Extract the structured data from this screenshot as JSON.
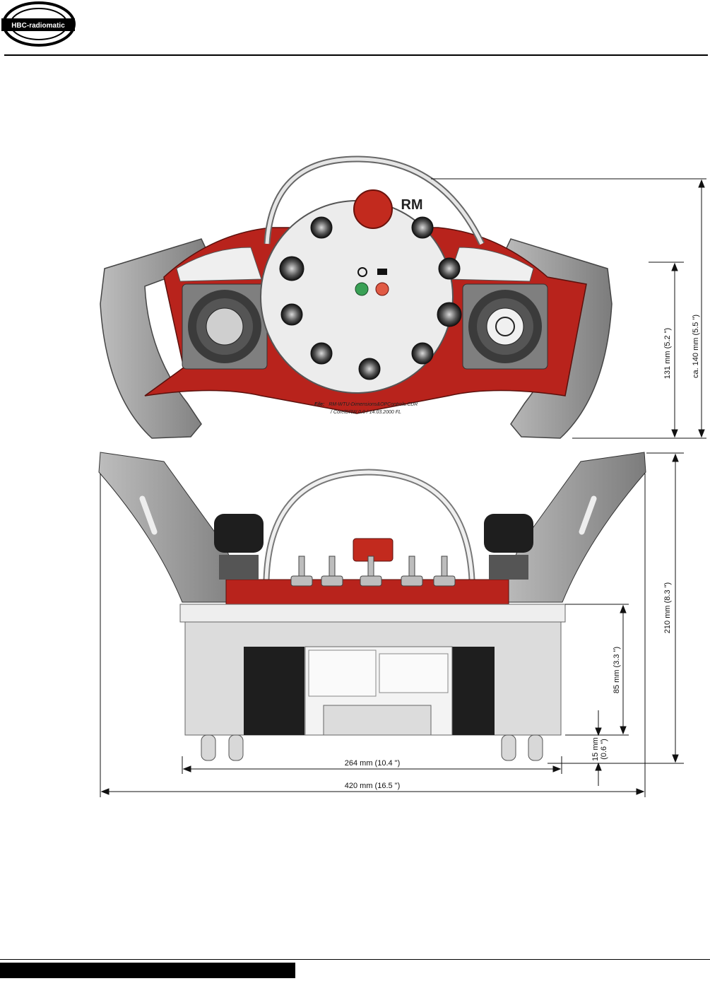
{
  "header": {
    "logo_text": "HBC-radiomatic"
  },
  "drawing": {
    "file_label": "File:",
    "file_name": "RM-WTU-Dimensions&OPControls.CDR",
    "file_info": "/ CorelDRW 0.0 / 14.03.2000 FL",
    "top_view_badge": "RM",
    "dimensions": {
      "overall_height_top": "ca. 140 mm (5.5 \")",
      "body_height_top": "131 mm (5.2 \")",
      "overall_height_front": "210 mm (8.3 \")",
      "housing_height": "85 mm (3.3 \")",
      "feet_height_mm": "15 mm",
      "feet_height_in": "(0.6 \")",
      "housing_width": "264 mm (10.4 \")",
      "overall_width": "420 mm (16.5 \")"
    }
  },
  "colors": {
    "body_red": "#b8231c",
    "handle_grey": "#9a9a9a",
    "panel_white": "#ececec",
    "housing_grey": "#dcdcdc",
    "battery_black": "#1e1e1e"
  }
}
